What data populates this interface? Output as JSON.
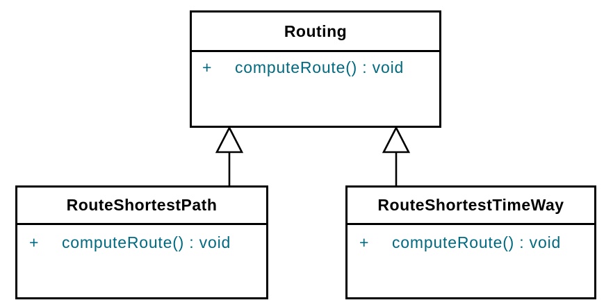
{
  "diagram": {
    "type": "uml-class-diagram",
    "background_color": "#ffffff",
    "box_border_color": "#000000",
    "title_text_color": "#000000",
    "method_text_color": "#006a80"
  },
  "classes": [
    {
      "name": "Routing",
      "methods": [
        {
          "visibility": "+",
          "signature": "computeRoute() : void"
        }
      ]
    },
    {
      "name": "RouteShortestPath",
      "methods": [
        {
          "visibility": "+",
          "signature": "computeRoute() : void"
        }
      ]
    },
    {
      "name": "RouteShortestTimeWay",
      "methods": [
        {
          "visibility": "+",
          "signature": "computeRoute() : void"
        }
      ]
    }
  ],
  "relationships": [
    {
      "type": "generalization",
      "from": "RouteShortestPath",
      "to": "Routing"
    },
    {
      "type": "generalization",
      "from": "RouteShortestTimeWay",
      "to": "Routing"
    }
  ]
}
